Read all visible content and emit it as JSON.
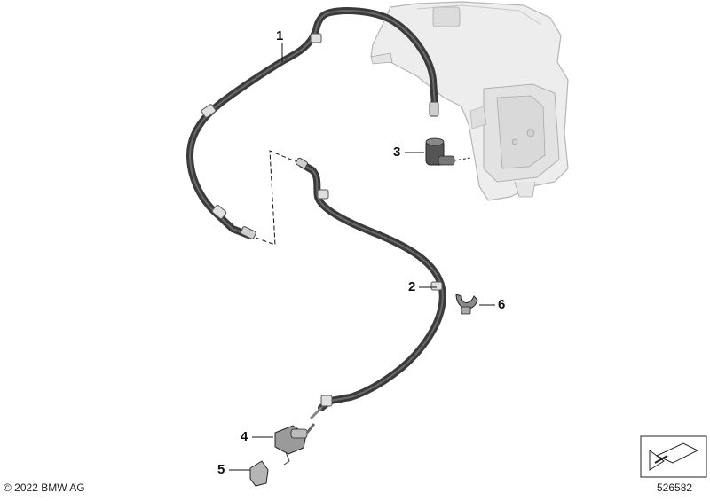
{
  "diagram": {
    "callouts": [
      {
        "id": "1",
        "label": "1"
      },
      {
        "id": "2",
        "label": "2"
      },
      {
        "id": "3",
        "label": "3"
      },
      {
        "id": "4",
        "label": "4"
      },
      {
        "id": "5",
        "label": "5"
      },
      {
        "id": "6",
        "label": "6"
      }
    ]
  },
  "footer": {
    "copyright": "© 2022 BMW AG",
    "diagram_number": "526582"
  },
  "colors": {
    "hose": "#3a3a3a",
    "hose_highlight": "#6a6a6a",
    "reservoir_fill": "#ececec",
    "reservoir_stroke": "#b8b8b8",
    "line": "#111111"
  }
}
